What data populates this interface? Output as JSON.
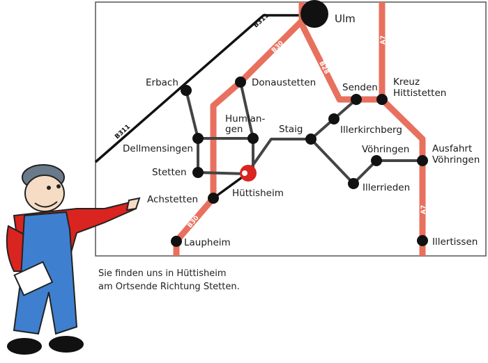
{
  "places": {
    "ulm": "Ulm",
    "erbach": "Erbach",
    "donaustetten": "Donaustetten",
    "senden": "Senden",
    "kreuz_1": "Kreuz",
    "kreuz_2": "Hittistetten",
    "humlangen_1": "Humlan-",
    "humlangen_2": "gen",
    "staig": "Staig",
    "illerkirchberg": "Illerkirchberg",
    "dellmensingen": "Dellmensingen",
    "voehringen": "Vöhringen",
    "ausfahrt_1": "Ausfahrt",
    "ausfahrt_2": "Vöhringen",
    "stetten": "Stetten",
    "huettisheim": "Hüttisheim",
    "illerrieden": "Illerrieden",
    "achstetten": "Achstetten",
    "laupheim": "Laupheim",
    "illertissen": "Illertissen"
  },
  "roads": {
    "b311": "B311",
    "b30": "B30",
    "b28": "B28",
    "a7": "A7"
  },
  "caption": {
    "line1": "Sie finden uns in Hüttisheim",
    "line2": "am Ortsende Richtung Stetten."
  },
  "colors": {
    "highway": "#e8705e",
    "local_road": "#444444",
    "destination": "#d9241f"
  }
}
